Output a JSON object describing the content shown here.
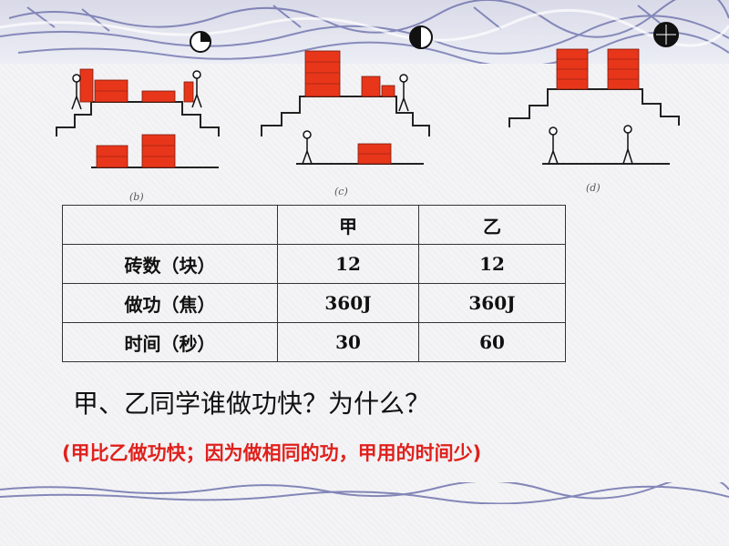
{
  "scenes": [
    {
      "label": "(b)",
      "clock": "quarter"
    },
    {
      "label": "(c)",
      "clock": "half"
    },
    {
      "label": "(d)",
      "clock": "full"
    }
  ],
  "table": {
    "headers": [
      "",
      "甲",
      "乙"
    ],
    "rows": [
      [
        "砖数（块）",
        "12",
        "12"
      ],
      [
        "做功（焦）",
        "360J",
        "360J"
      ],
      [
        "时间（秒）",
        "30",
        "60"
      ]
    ]
  },
  "question": "甲、乙同学谁做功快？为什么？",
  "answer": "(甲比乙做功快；因为做相同的功，甲用的时间少)",
  "colors": {
    "brick": "#e8361b",
    "answer": "#e0201c",
    "band": "#3a3f8f"
  }
}
